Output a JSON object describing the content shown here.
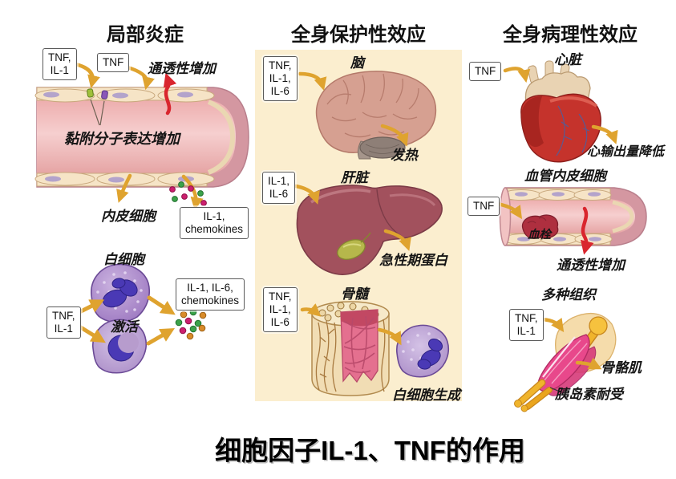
{
  "title": "细胞因子IL-1、TNF的作用",
  "colors": {
    "arrow_gold": "#DFA32F",
    "arrow_red": "#D9262E",
    "panel_background": "#FBEECF",
    "vessel_lumen_pink": "#F2C3C3",
    "vessel_wall_pink": "#D497A1",
    "endothelium_cream": "#F6E4C6",
    "cell_purple": "#A98BC6",
    "nucleus_blue": "#4A39B5",
    "dot_green": "#3BA24A",
    "dot_magenta": "#CC1F6E",
    "dot_orange": "#D88B2A",
    "liver_red": "#A2515D",
    "heart_red": "#C5332C",
    "bone_cream": "#F1DDB4",
    "marrow_pink": "#E4708F",
    "muscle_pink": "#E8488B",
    "bone_yellow": "#F0B42C"
  },
  "local": {
    "heading": "局部炎症",
    "vessel": {
      "box_tnf_il1": [
        "TNF,",
        "IL-1"
      ],
      "box_tnf": "TNF",
      "permeability": "通透性增加",
      "adhesion": "黏附分子表达增加",
      "endothelium": "内皮细胞",
      "box_il1_chemokines": [
        "IL-1,",
        "chemokines"
      ]
    },
    "leukocytes": {
      "wbc": "白细胞",
      "box_tnf_il1": [
        "TNF,",
        "IL-1"
      ],
      "activation": "激活",
      "box_il1_il6_chemokines": [
        "IL-1, IL-6,",
        "chemokines"
      ]
    }
  },
  "protective": {
    "heading": "全身保护性效应",
    "brain": {
      "organ": "脑",
      "box": [
        "TNF,",
        "IL-1,",
        "IL-6"
      ],
      "effect": "发热"
    },
    "liver": {
      "organ": "肝脏",
      "box": [
        "IL-1,",
        "IL-6"
      ],
      "effect": "急性期蛋白"
    },
    "marrow": {
      "organ": "骨髓",
      "box": [
        "TNF,",
        "IL-1,",
        "IL-6"
      ],
      "effect": "白细胞生成"
    }
  },
  "pathologic": {
    "heading": "全身病理性效应",
    "heart": {
      "organ": "心脏",
      "box": "TNF",
      "effect": "心输出量降低"
    },
    "vessel": {
      "organ": "血管内皮细胞",
      "box": "TNF",
      "thrombus": "血栓",
      "effect": "通透性增加"
    },
    "tissues": {
      "organ": "多种组织",
      "box": [
        "TNF,",
        "IL-1"
      ],
      "effect_muscle": "骨骼肌",
      "effect_insulin": "胰岛素耐受"
    }
  }
}
